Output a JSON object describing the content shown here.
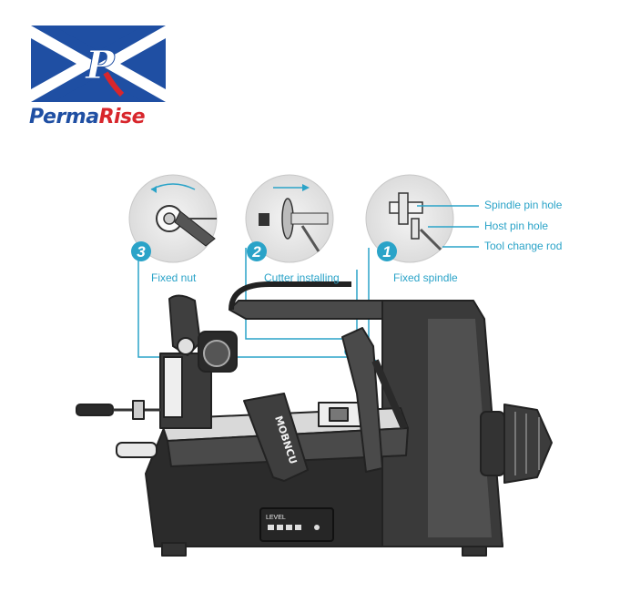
{
  "brand": {
    "name_part1": "Perma",
    "name_part2": "Rise",
    "logo_letter": "P",
    "colors": {
      "blue": "#1f4fa3",
      "red": "#d8262c",
      "accent_line": "#2aa3c8",
      "line": "#333333"
    }
  },
  "steps": [
    {
      "number": "1",
      "label": "Fixed spindle"
    },
    {
      "number": "2",
      "label": "Cutter installing"
    },
    {
      "number": "3",
      "label": "Fixed nut"
    }
  ],
  "callouts": [
    {
      "label": "Spindle pin hole"
    },
    {
      "label": "Host pin hole"
    },
    {
      "label": "Tool change rod"
    }
  ],
  "panel": {
    "title": "LEVEL",
    "brand_plate": "MOBNCU"
  }
}
